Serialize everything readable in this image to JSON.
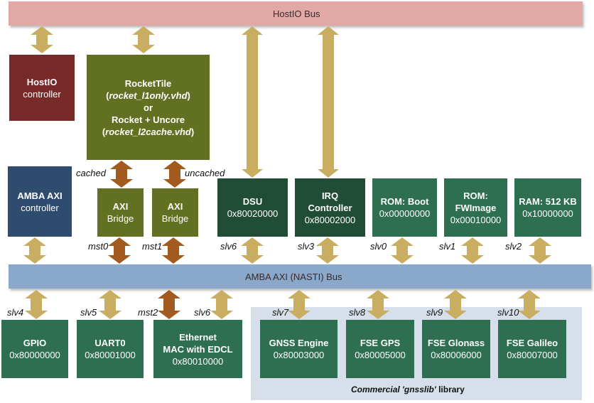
{
  "colors": {
    "hostio_bus": "#e2a8a6",
    "axi_bus": "#89a8ca",
    "hostio_ctrl": "#772a27",
    "rocket": "#627121",
    "axi_ctrl": "#2f4c6f",
    "dark_green": "#214d36",
    "green": "#2e6f52",
    "arrow_tan": "#c9ae61",
    "arrow_brown": "#a35a1f",
    "library_bg": "#d7e0ea"
  },
  "buses": {
    "hostio": "HostIO Bus",
    "axi": "AMBA AXI (NASTI) Bus"
  },
  "blocks": {
    "hostio_ctrl": {
      "title": "HostIO",
      "sub": "controller"
    },
    "rocket": {
      "line1": "RocketTile",
      "line2": "rocket_l1only.vhd",
      "line3": "or",
      "line4": "Rocket + Uncore",
      "line5": "rocket_l2cache.vhd"
    },
    "axi_ctrl": {
      "title": "AMBA AXI",
      "sub": "controller"
    },
    "bridge0": {
      "title": "AXI",
      "sub": "Bridge"
    },
    "bridge1": {
      "title": "AXI",
      "sub": "Bridge"
    },
    "dsu": {
      "title": "DSU",
      "addr": "0x80020000"
    },
    "irq": {
      "title1": "IRQ",
      "title2": "Controller",
      "addr": "0x80002000"
    },
    "rom_boot": {
      "title": "ROM: Boot",
      "addr": "0x00000000"
    },
    "rom_fw": {
      "title1": "ROM:",
      "title2": "FWImage",
      "addr": "0x00010000"
    },
    "ram": {
      "title": "RAM: 512 KB",
      "addr": "0x10000000"
    },
    "gpio": {
      "title": "GPIO",
      "addr": "0x80000000"
    },
    "uart": {
      "title": "UART0",
      "addr": "0x80001000"
    },
    "eth": {
      "title1": "Ethernet",
      "title2": "MAC with EDCL",
      "addr": "0x80010000"
    },
    "gnss": {
      "title": "GNSS Engine",
      "addr": "0x80003000"
    },
    "fse_gps": {
      "title": "FSE GPS",
      "addr": "0x80005000"
    },
    "fse_glo": {
      "title": "FSE Glonass",
      "addr": "0x80006000"
    },
    "fse_gal": {
      "title": "FSE Galileo",
      "addr": "0x80007000"
    }
  },
  "port_labels": {
    "cached": "cached",
    "uncached": "uncached",
    "mst0": "mst0",
    "mst1": "mst1",
    "mst2": "mst2",
    "slv0": "slv0",
    "slv1": "slv1",
    "slv2": "slv2",
    "slv3": "slv3",
    "slv4": "slv4",
    "slv5": "slv5",
    "slv6_dsu": "slv6",
    "slv6_eth": "slv6",
    "slv7": "slv7",
    "slv8": "slv8",
    "slv9": "slv9",
    "slv10": "slv10"
  },
  "library": {
    "prefix": "Commercial ",
    "name": "'gnsslib'",
    "suffix": " library"
  }
}
